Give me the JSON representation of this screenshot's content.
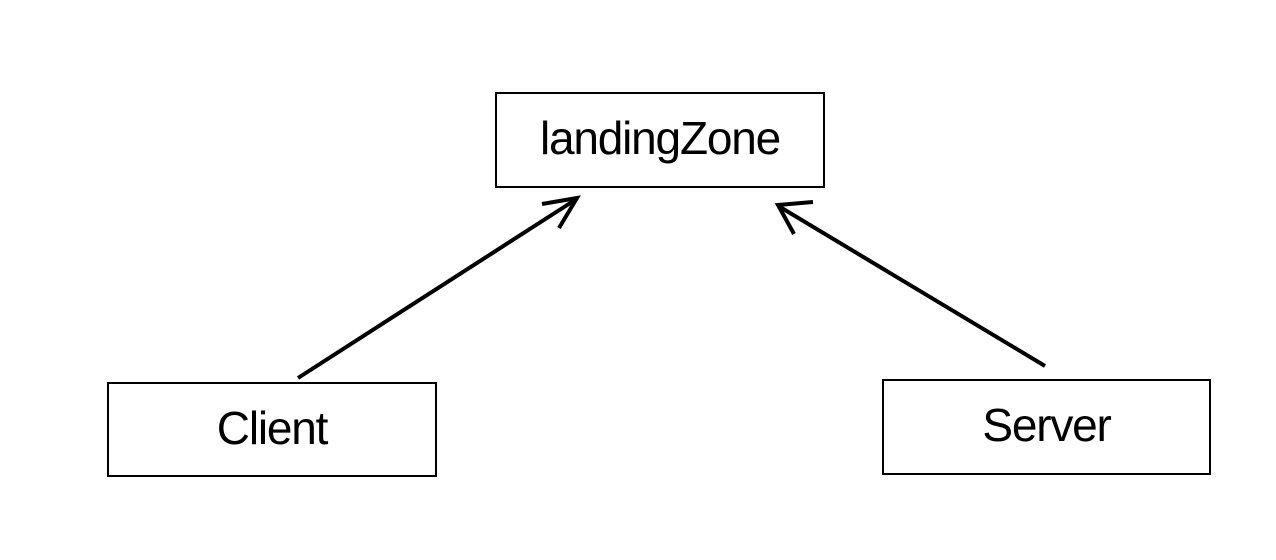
{
  "diagram": {
    "background_color": "#ffffff",
    "stroke_color": "#000000",
    "nodes": [
      {
        "id": "landingZone",
        "label": "landingZone"
      },
      {
        "id": "client",
        "label": "Client"
      },
      {
        "id": "server",
        "label": "Server"
      }
    ],
    "edges": [
      {
        "from": "Client",
        "to": "landingZone",
        "arrowhead": "open-arrow"
      },
      {
        "from": "Server",
        "to": "landingZone",
        "arrowhead": "open-arrow"
      }
    ]
  }
}
